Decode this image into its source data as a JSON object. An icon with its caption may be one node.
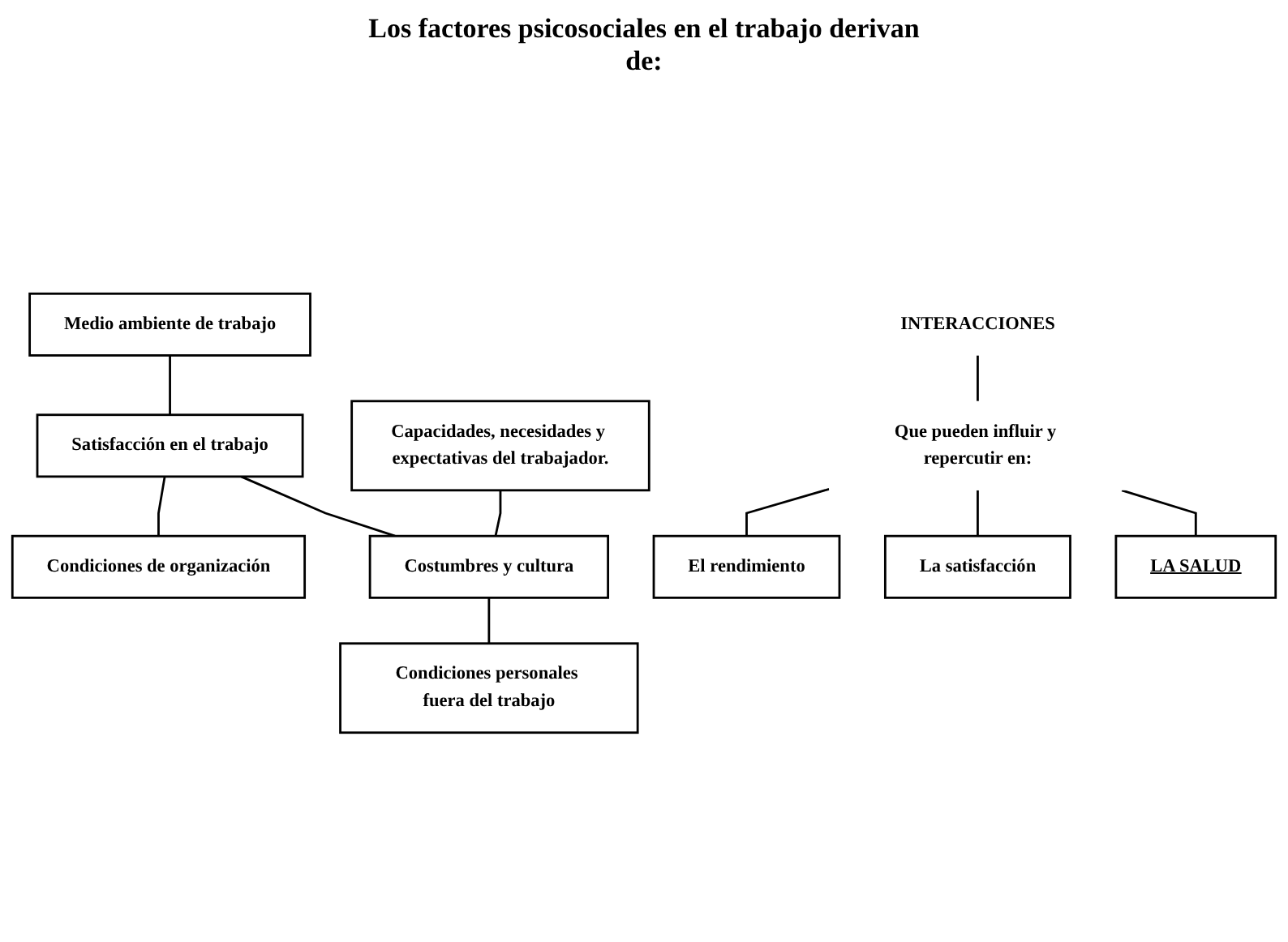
{
  "diagram": {
    "title": "Los factores psicosociales en el trabajo derivan de:",
    "nodes": [
      {
        "text": [
          "INTERACCIONES"
        ]
      },
      {
        "text": [
          "Medio ambiente de trabajo"
        ]
      },
      {
        "text": [
          "Satisfacción en el trabajo"
        ]
      },
      {
        "text": [
          "Condiciones de organización"
        ]
      },
      {
        "text": [
          "Capacidades, necesidades y expectativas del trabajador."
        ]
      },
      {
        "text": [
          "Costumbres y cultura"
        ]
      },
      {
        "text": [
          "Condiciones personales fuera del trabajo"
        ]
      },
      {
        "text": [
          "Que pueden influir y repercutir en:"
        ]
      },
      {
        "text": [
          "El rendimiento"
        ]
      },
      {
        "text": [
          "La satisfacción"
        ]
      },
      {
        "text": [
          "LA SALUD"
        ]
      }
    ],
    "edges": [
      {
        "from": 0,
        "to": 7,
        "arrow": "none"
      },
      {
        "from": 1,
        "to": 2,
        "arrow": "none"
      },
      {
        "from": 2,
        "to": 3,
        "arrow": "none"
      },
      {
        "from": 4,
        "to": 5,
        "arrow": "none"
      },
      {
        "from": 5,
        "to": 6,
        "arrow": "none"
      },
      {
        "from": 2,
        "to": 5,
        "arrow": "none"
      },
      {
        "from": 7,
        "to": 8,
        "arrow": "none"
      },
      {
        "from": 7,
        "to": 9,
        "arrow": "none"
      },
      {
        "from": 7,
        "to": 10,
        "arrow": "none"
      }
    ]
  }
}
